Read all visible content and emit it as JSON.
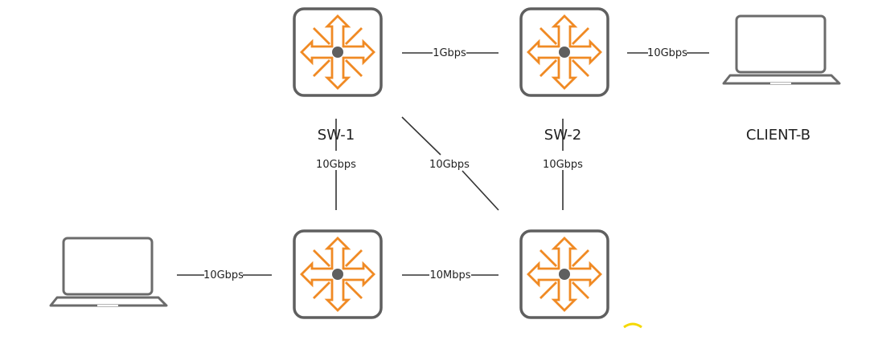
{
  "nodes": {
    "sw1_label": "SW-1",
    "sw2_label": "SW-2",
    "client_b_label": "CLIENT-B"
  },
  "links": {
    "sw1_sw2": "1Gbps",
    "sw2_clientb": "10Gbps",
    "sw1_sw3": "10Gbps",
    "sw1_sw4": "10Gbps",
    "sw2_sw4": "10Gbps",
    "clienta_sw3": "10Gbps",
    "sw3_sw4": "10Mbps"
  },
  "colors": {
    "switch_border": "#5f5f5f",
    "switch_arrows": "#f08a24",
    "switch_center": "#5f5f5f",
    "laptop": "#6b6b6b",
    "lines": "#333333"
  }
}
